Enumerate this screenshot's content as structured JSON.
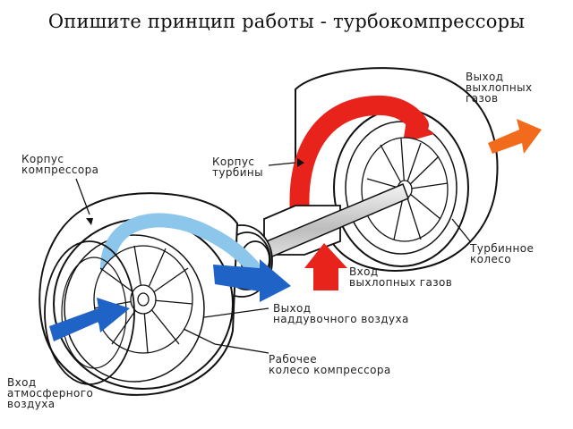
{
  "title": "Опишите принцип работы - турбокомпрессоры",
  "labels": {
    "compressor_housing": "Корпус\nкомпрессора",
    "turbine_housing": "Корпус\nтурбины",
    "exhaust_outlet": "Выход\nвыхлопных\nгазов",
    "turbine_wheel": "Турбинное\nколесо",
    "exhaust_inlet": "Вход\nвыхлопных газов",
    "boost_outlet": "Выход\nнаддувочного воздуха",
    "compressor_wheel": "Рабочее\nколесо компрессора",
    "air_inlet": "Вход\nатмосферного\nвоздуха"
  },
  "colors": {
    "hot_gas": "#e8231b",
    "exhaust_outlet_arrow": "#f26a1b",
    "cold_air": "#1f63c7",
    "light_air": "#8cc6ea",
    "outline": "#111111"
  }
}
